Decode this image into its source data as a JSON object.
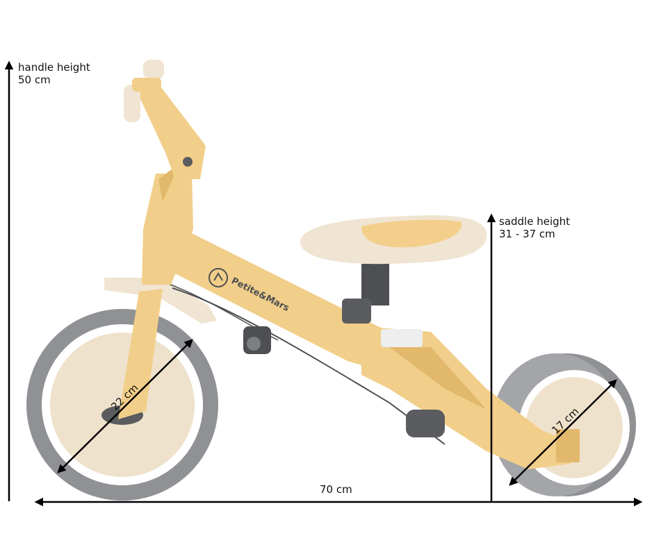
{
  "handle_height": {
    "title": "handle height",
    "value": "50 cm"
  },
  "saddle_height": {
    "title": "saddle height",
    "value": "31 - 37 cm"
  },
  "front_wheel": {
    "label": "22 cm"
  },
  "rear_wheel": {
    "label": "17 cm"
  },
  "total_length": {
    "label": "70 cm"
  },
  "brand": {
    "text": "Petite&Mars"
  },
  "colors": {
    "frame": "#f1cf8a",
    "frame_shade": "#e2b86c",
    "tire": "#8f9194",
    "rim": "#ffffff",
    "hub": "#efe2cc",
    "seat": "#f0e4d2",
    "seat_pad": "#f3cf8b",
    "dark_part": "#4d4f52",
    "arrow": "#000000"
  }
}
